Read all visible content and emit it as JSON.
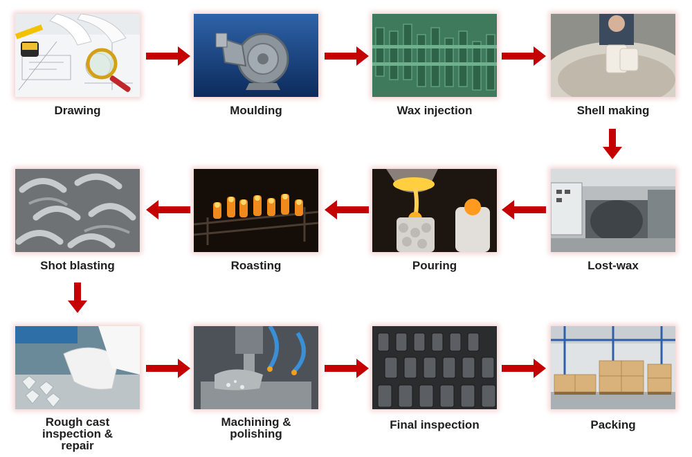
{
  "colors": {
    "arrow": "#c40000",
    "caption": "#1f1f1f",
    "photo_glow": "#e07070"
  },
  "steps": [
    {
      "label": "Drawing",
      "photo": "drawing-photo"
    },
    {
      "label": "Moulding",
      "photo": "mould-photo"
    },
    {
      "label": "Wax injection",
      "photo": "wax-photo"
    },
    {
      "label": "Shell making",
      "photo": "shell-photo"
    },
    {
      "label": "Lost-wax",
      "photo": "furnace-photo"
    },
    {
      "label": "Pouring",
      "photo": "pouring-photo"
    },
    {
      "label": "Roasting",
      "photo": "roasting-photo"
    },
    {
      "label": "Shot blasting",
      "photo": "blasting-photo"
    },
    {
      "label": "Rough cast\ninspection &\nrepair",
      "photo": "inspection-photo"
    },
    {
      "label": "Machining &\npolishing",
      "photo": "machining-photo"
    },
    {
      "label": "Final inspection",
      "photo": "final-photo"
    },
    {
      "label": "Packing",
      "photo": "packing-photo"
    }
  ],
  "arrows": [
    {
      "from": 0,
      "to": 1,
      "direction": "right"
    },
    {
      "from": 1,
      "to": 2,
      "direction": "right"
    },
    {
      "from": 2,
      "to": 3,
      "direction": "right"
    },
    {
      "from": 3,
      "to": 4,
      "direction": "down"
    },
    {
      "from": 4,
      "to": 5,
      "direction": "left"
    },
    {
      "from": 5,
      "to": 6,
      "direction": "left"
    },
    {
      "from": 6,
      "to": 7,
      "direction": "left"
    },
    {
      "from": 7,
      "to": 8,
      "direction": "down"
    },
    {
      "from": 8,
      "to": 9,
      "direction": "right"
    },
    {
      "from": 9,
      "to": 10,
      "direction": "right"
    },
    {
      "from": 10,
      "to": 11,
      "direction": "right"
    }
  ]
}
